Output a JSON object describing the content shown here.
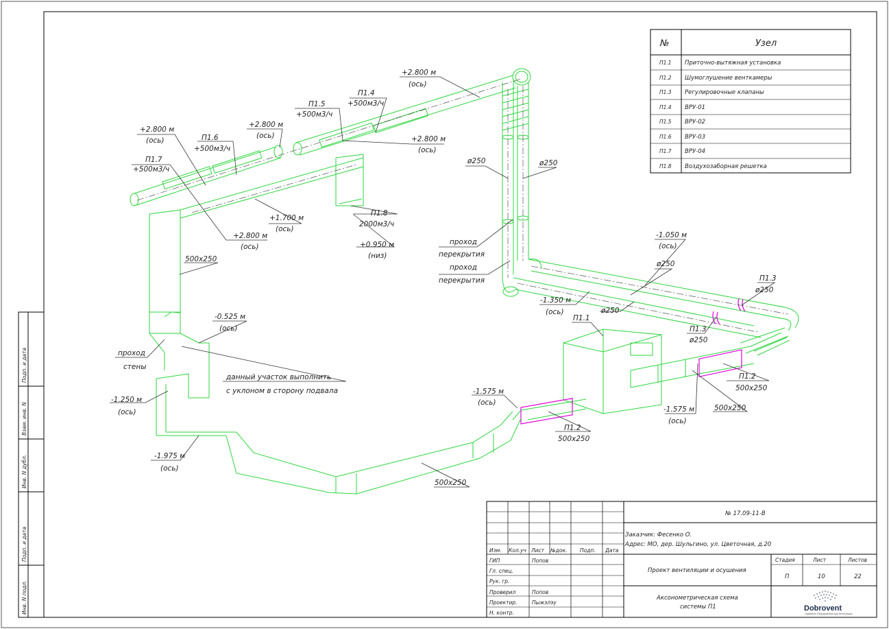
{
  "legend": {
    "col_num": "№",
    "col_node": "Узел",
    "rows": [
      {
        "id": "П1.1",
        "name": "Приточно-вытяжная установка"
      },
      {
        "id": "П1.2",
        "name": "Шумоглушение венткамеры"
      },
      {
        "id": "П1.3",
        "name": "Регулировочные клапаны"
      },
      {
        "id": "П1.4",
        "name": "ВРУ-01"
      },
      {
        "id": "П1.5",
        "name": "ВРУ-02"
      },
      {
        "id": "П1.6",
        "name": "ВРУ-03"
      },
      {
        "id": "П1.7",
        "name": "ВРУ-04"
      },
      {
        "id": "П1.8",
        "name": "Воздухозаборная решетка"
      }
    ]
  },
  "labels": {
    "l1_top": "+2.800 м",
    "l1_bot": "(ось)",
    "l2_top": "П1.4",
    "l2_bot": "+500м3/ч",
    "l3_top": "П1.5",
    "l3_bot": "+500м3/ч",
    "l4_top": "+2.800 м",
    "l4_bot": "(ось)",
    "l5_top": "П1.6",
    "l5_bot": "+500м3/ч",
    "l6_top": "+2.800 м",
    "l6_bot": "(ось)",
    "l7_top": "+2.800 м",
    "l7_bot": "(ось)",
    "l8_top": "П1.7",
    "l8_bot": "+500м3/ч",
    "l9_top": "+2.800 м",
    "l9_bot": "(ось)",
    "l10_top": "+1.700 м",
    "l10_bot": "(ось)",
    "l11_top": "П1.8",
    "l11_bot": "2000м3/ч",
    "l12_top": "+0.950 м",
    "l12_bot": "(низ)",
    "l13": "ø250",
    "l14": "ø250",
    "l15_top": "проход",
    "l15_bot": "перекрытия",
    "l16_top": "проход",
    "l16_bot": "перекрытия",
    "l17_top": "-1.050 м",
    "l17_bot": "(ось)",
    "l18": "ø250",
    "l19_top": "П1.3",
    "l19_bot": "ø250",
    "l20_top": "-1.350 м",
    "l20_bot": "(ось)",
    "l21": "ø250",
    "l22_top": "П1.3",
    "l22_bot": "ø250",
    "l23": "П1.1",
    "l24": "500х250",
    "l25_top": "-0.525 м",
    "l25_bot": "(ось)",
    "l26_top": "проход",
    "l26_bot": "стены",
    "l27_top": "данный участок выполнить",
    "l27_bot": "с уклоном в сторону подвала",
    "l28_top": "-1.250 м",
    "l28_bot": "(ось)",
    "l29_top": "-1.575 м",
    "l29_bot": "(ось)",
    "l30_top": "П1.2",
    "l30_bot": "500х250",
    "l31_top": "П1.2",
    "l31_bot": "500х250",
    "l32_top": "-1.575 м",
    "l32_bot": "(ось)",
    "l33": "500х250",
    "l34_top": "-1.975 м",
    "l34_bot": "(ось)",
    "l35": "500х250"
  },
  "side_stamp": [
    "Подп. и дата",
    "Взам. инв. N",
    "Инв. N дубл.",
    "Подп. и дата",
    "Инв. N подл."
  ],
  "title_block": {
    "doc_number": "№   17.09-11-В",
    "customer": "Заказчик: Фесенко О.",
    "address": "Адрес: МО, дер. Шульгино, ул. Цветочная, д.20",
    "head": [
      "Изм.",
      "Кол.уч",
      "Лист",
      "№док.",
      "Подп.",
      "Дата"
    ],
    "roles": [
      {
        "role": "ГИП",
        "name": "Попов"
      },
      {
        "role": "Гл. спец.",
        "name": ""
      },
      {
        "role": "Рук. гр.",
        "name": ""
      },
      {
        "role": "Проверил",
        "name": "Попов"
      },
      {
        "role": "Проектир.",
        "name": "Пыжэлэу"
      },
      {
        "role": "Н. контр.",
        "name": ""
      }
    ],
    "project": "Проект вентиляции и осушения",
    "stage_label": "Стадия",
    "sheet_label": "Лист",
    "sheets_label": "Листов",
    "stage": "П",
    "sheet": "10",
    "sheets": "22",
    "drawing_l1": "Аксонометрическая схема",
    "drawing_l2": "системы П1",
    "logo": "Dobrovent",
    "logo_sub": "Надёжное оборудование для вентиляции"
  }
}
